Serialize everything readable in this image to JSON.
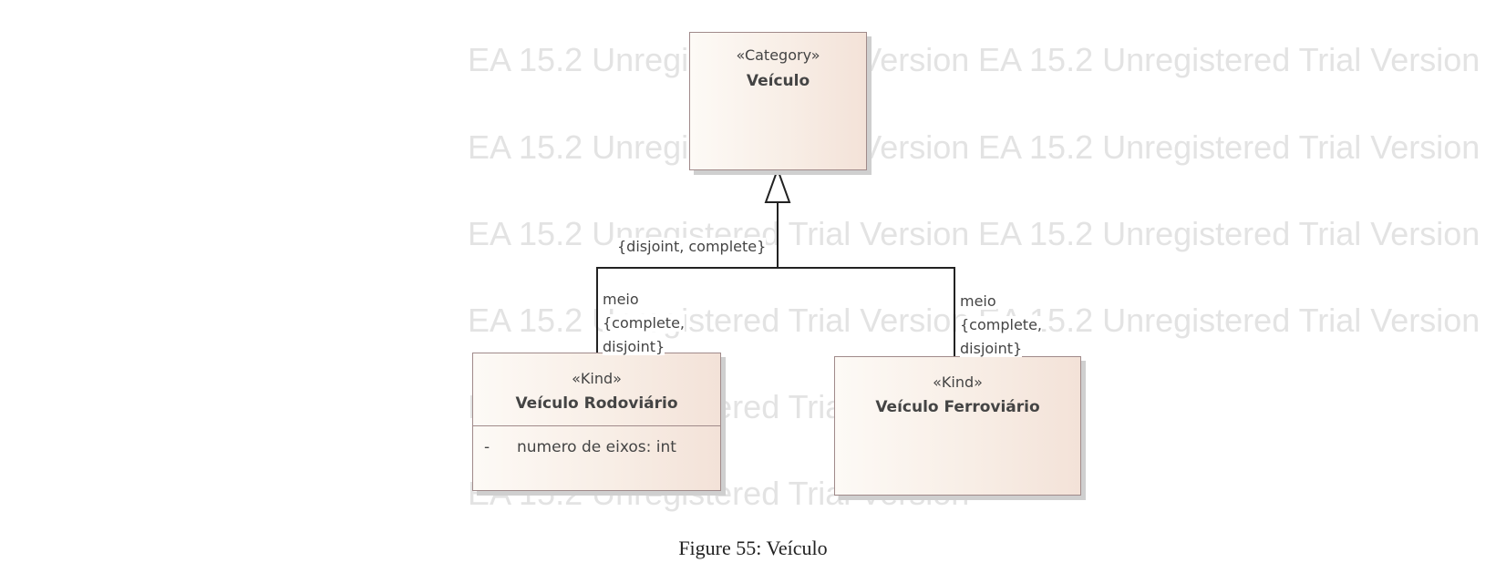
{
  "watermark": "EA 15.2 Unregistered Trial Version",
  "classes": {
    "veiculo": {
      "stereotype": "«Category»",
      "name": "Veículo"
    },
    "rodoviario": {
      "stereotype": "«Kind»",
      "name": "Veículo Rodoviário",
      "attribute": {
        "visibility": "-",
        "text": "numero de eixos: int"
      }
    },
    "ferroviario": {
      "stereotype": "«Kind»",
      "name": "Veículo Ferroviário"
    }
  },
  "generalization_set": {
    "label": "{disjoint, complete}"
  },
  "role_labels": {
    "left": {
      "line1": "meio",
      "line2": "{complete,",
      "line3": "disjoint}"
    },
    "right": {
      "line1": "meio",
      "line2": "{complete,",
      "line3": "disjoint}"
    }
  },
  "caption": "Figure 55: Veículo"
}
